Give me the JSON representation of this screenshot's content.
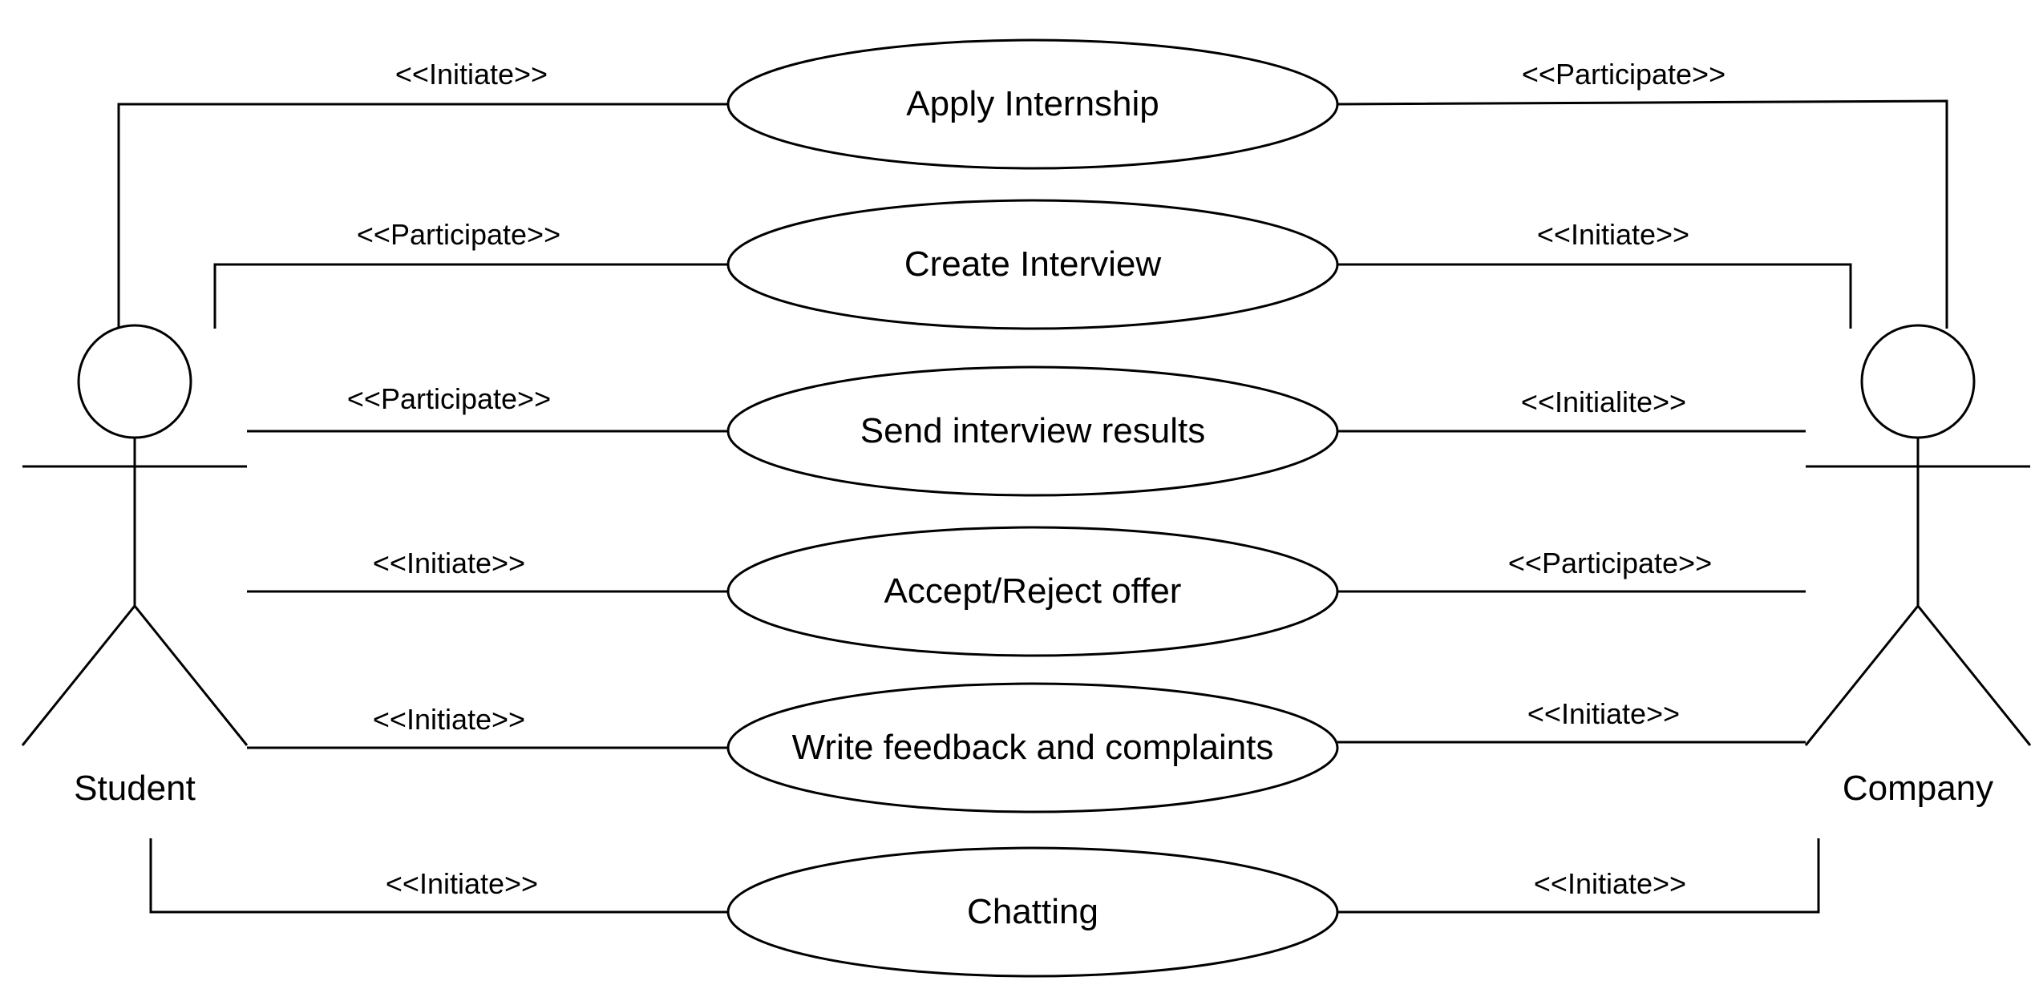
{
  "actors": {
    "student": "Student",
    "company": "Company"
  },
  "use_cases": [
    {
      "label": "Apply Internship",
      "left_stereotype": "<<Initiate>>",
      "right_stereotype": "<<Participate>>"
    },
    {
      "label": "Create Interview",
      "left_stereotype": "<<Participate>>",
      "right_stereotype": "<<Initiate>>"
    },
    {
      "label": "Send interview results",
      "left_stereotype": "<<Participate>>",
      "right_stereotype": "<<Initialite>>"
    },
    {
      "label": "Accept/Reject offer",
      "left_stereotype": "<<Initiate>>",
      "right_stereotype": "<<Participate>>"
    },
    {
      "label": "Write feedback and complaints",
      "left_stereotype": "<<Initiate>>",
      "right_stereotype": "<<Initiate>>"
    },
    {
      "label": "Chatting",
      "left_stereotype": "<<Initiate>>",
      "right_stereotype": "<<Initiate>>"
    }
  ]
}
